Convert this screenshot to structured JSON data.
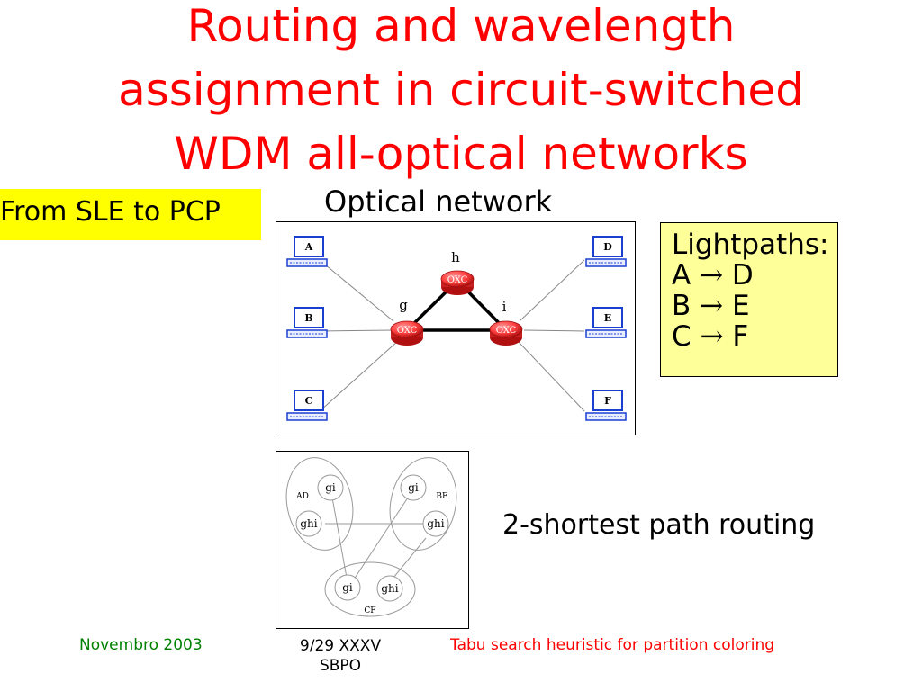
{
  "title": {
    "line1": "Routing and wavelength",
    "line2": "assignment in circuit-switched",
    "line3": "WDM all-optical networks",
    "color": "#ff0000"
  },
  "highlight": {
    "text": "From SLE to PCP",
    "color": "#ffff00"
  },
  "network": {
    "caption": "Optical network",
    "terminals": [
      "A",
      "B",
      "C",
      "D",
      "E",
      "F"
    ],
    "terminal_icon": "computer-terminal-icon",
    "nodes": [
      "g",
      "h",
      "i"
    ],
    "node_label": "OXC",
    "node_color": "#ff4040"
  },
  "lightpaths": {
    "heading": "Lightpaths:",
    "items": [
      {
        "from": "A",
        "arrow": "→",
        "to": "D"
      },
      {
        "from": "B",
        "arrow": "→",
        "to": "E"
      },
      {
        "from": "C",
        "arrow": "→",
        "to": "F"
      }
    ],
    "background": "#ffff99"
  },
  "conflict_graph": {
    "groups": [
      "AD",
      "BE",
      "CF"
    ],
    "paths": [
      "gi",
      "ghi",
      "gi",
      "ghi",
      "gi",
      "ghi"
    ]
  },
  "routing_caption": "2-shortest path routing",
  "footer": {
    "date": "Novembro 2003",
    "page_line1": "9/29 XXXV",
    "page_line2": "SBPO",
    "subtitle": "Tabu search heuristic for partition coloring"
  }
}
